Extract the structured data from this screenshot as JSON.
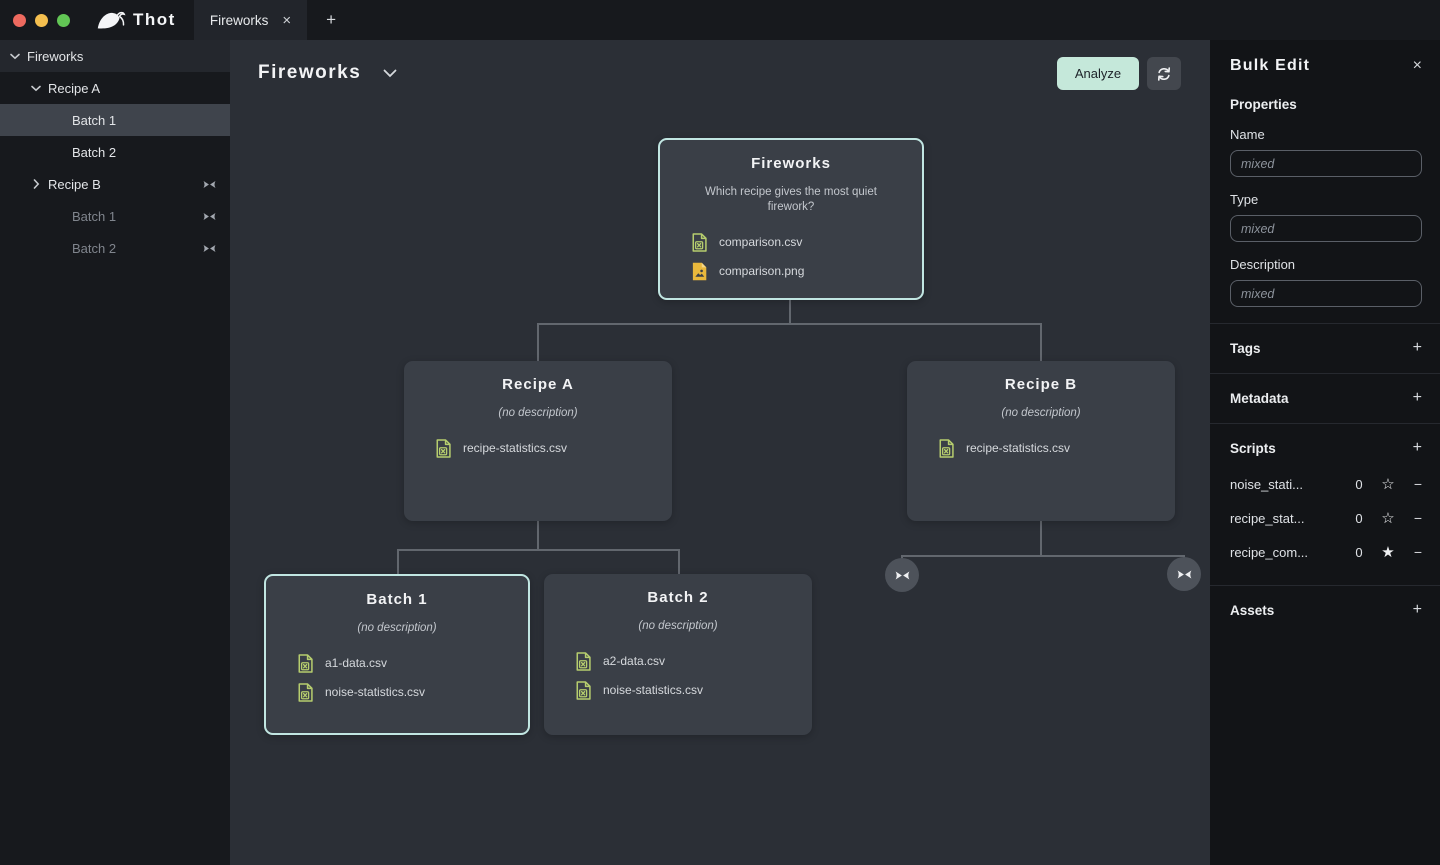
{
  "window": {
    "app_name": "Thot",
    "tab_label": "Fireworks"
  },
  "icons": {
    "close": "×",
    "plus": "+",
    "minus": "−",
    "new_tab": "+"
  },
  "sidebar": {
    "items": [
      {
        "label": "Fireworks"
      },
      {
        "label": "Recipe A"
      },
      {
        "label": "Batch 1"
      },
      {
        "label": "Batch 2"
      },
      {
        "label": "Recipe B"
      },
      {
        "label": "Batch 1"
      },
      {
        "label": "Batch 2"
      }
    ]
  },
  "canvas": {
    "title": "Fireworks",
    "analyze_label": "Analyze",
    "nodes": [
      {
        "title": "Fireworks",
        "description": "Which recipe gives the most quiet firework?",
        "files": [
          {
            "name": "comparison.csv",
            "type": "csv"
          },
          {
            "name": "comparison.png",
            "type": "image"
          }
        ]
      },
      {
        "title": "Recipe A",
        "description": "(no description)",
        "files": [
          {
            "name": "recipe-statistics.csv",
            "type": "csv"
          }
        ]
      },
      {
        "title": "Recipe B",
        "description": "(no description)",
        "files": [
          {
            "name": "recipe-statistics.csv",
            "type": "csv"
          }
        ]
      },
      {
        "title": "Batch 1",
        "description": "(no description)",
        "files": [
          {
            "name": "a1-data.csv",
            "type": "csv"
          },
          {
            "name": "noise-statistics.csv",
            "type": "csv"
          }
        ]
      },
      {
        "title": "Batch 2",
        "description": "(no description)",
        "files": [
          {
            "name": "a2-data.csv",
            "type": "csv"
          },
          {
            "name": "noise-statistics.csv",
            "type": "csv"
          }
        ]
      }
    ]
  },
  "panel": {
    "title": "Bulk Edit",
    "properties_title": "Properties",
    "fields": [
      {
        "label": "Name",
        "placeholder": "mixed"
      },
      {
        "label": "Type",
        "placeholder": "mixed"
      },
      {
        "label": "Description",
        "placeholder": "mixed"
      }
    ],
    "tags_title": "Tags",
    "metadata_title": "Metadata",
    "scripts_title": "Scripts",
    "scripts": [
      {
        "name": "noise_stati...",
        "count": "0",
        "star": "☆"
      },
      {
        "name": "recipe_stat...",
        "count": "0",
        "star": "☆"
      },
      {
        "name": "recipe_com...",
        "count": "0",
        "star": "★"
      }
    ],
    "assets_title": "Assets"
  },
  "colors": {
    "accent_button": "#c5e8da",
    "selection_border": "#c1e6e2",
    "csv_icon": "#b6cd6e",
    "image_icon": "#e9b83c",
    "canvas_bg": "#2b2f36",
    "node_bg": "#3a3f47"
  }
}
